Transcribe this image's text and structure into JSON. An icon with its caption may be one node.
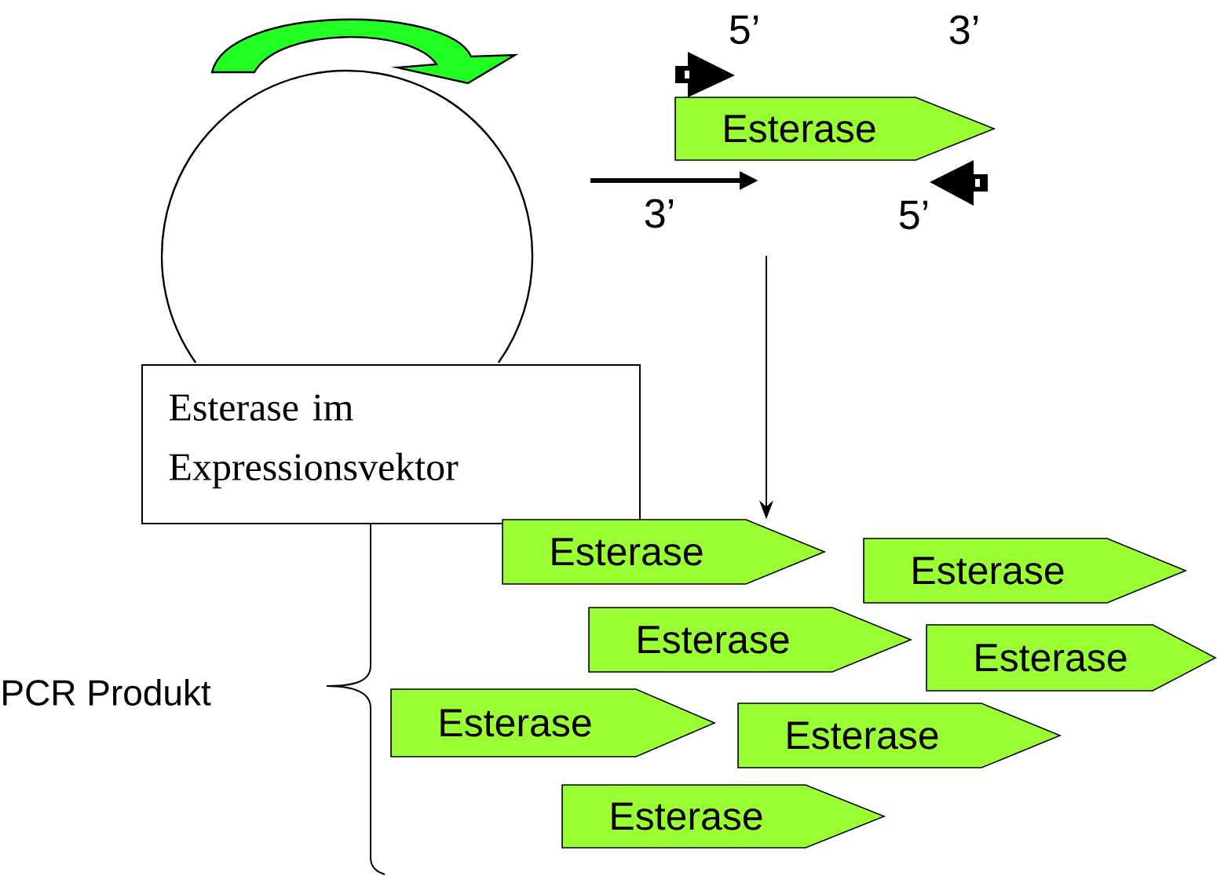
{
  "diagram": {
    "nodes": [
      {
        "text": [],
        "shape": "circle"
      },
      {
        "text": [
          "Esterase"
        ]
      },
      {
        "text": [
          "Esterase im Expressionsvektor"
        ]
      },
      {
        "text": [
          "Esterase"
        ]
      },
      {
        "text": [
          "Esterase"
        ]
      },
      {
        "text": [
          "Esterase"
        ]
      },
      {
        "text": [
          "Esterase"
        ]
      },
      {
        "text": [
          "Esterase"
        ]
      },
      {
        "text": [
          "Esterase"
        ]
      },
      {
        "text": [
          "Esterase"
        ]
      }
    ],
    "edges": [
      {
        "from": null,
        "to": 3,
        "arrow": "to"
      }
    ],
    "labels": [
      "5’",
      "3’",
      "3’",
      "5’",
      "PCR Produkt"
    ]
  }
}
